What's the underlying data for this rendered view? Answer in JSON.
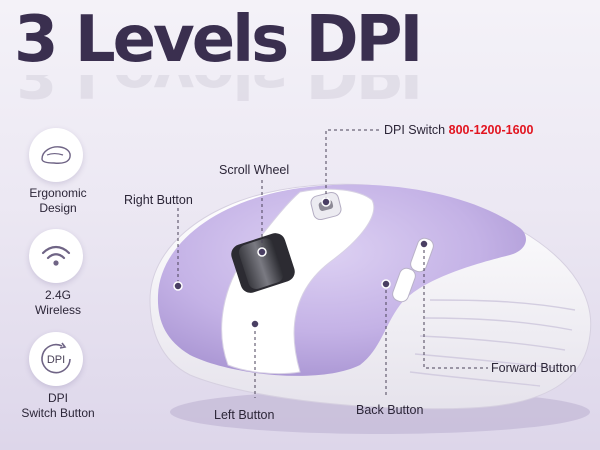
{
  "headline": "3 Levels DPI",
  "features": [
    {
      "icon": "ergonomic-mouse-icon",
      "label_line1": "Ergonomic",
      "label_line2": "Design"
    },
    {
      "icon": "wifi-icon",
      "label_line1": "2.4G",
      "label_line2": "Wireless"
    },
    {
      "icon": "dpi-switch-icon",
      "icon_text": "DPI",
      "label_line1": "DPI",
      "label_line2": "Switch Button"
    }
  ],
  "callouts": {
    "dpi_switch": "DPI Switch",
    "dpi_range": "800-1200-1600",
    "scroll_wheel": "Scroll Wheel",
    "right_button": "Right Button",
    "left_button": "Left Button",
    "back_button": "Back Button",
    "forward_button": "Forward Button"
  },
  "colors": {
    "accent_purple": "#c8b8e6",
    "text_dark": "#3a2f4f",
    "highlight_red": "#e2141f"
  }
}
